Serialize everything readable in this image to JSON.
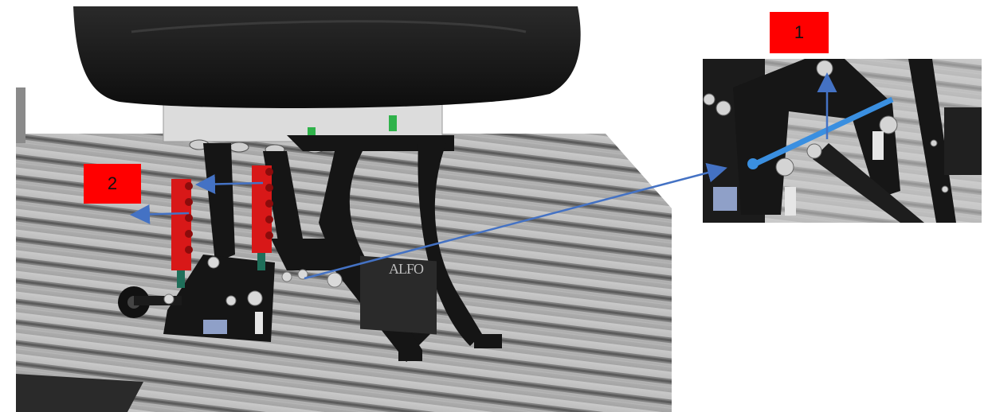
{
  "callouts": {
    "label_1": "1",
    "label_2": "2"
  },
  "brand": {
    "text": "ALFO"
  },
  "colors": {
    "label_fill": "#ff0000",
    "arrow": "#4472c4",
    "highlight_rod": "#3a8fe0",
    "red_anchor": "#d81818",
    "green_bolt": "#2fb24a",
    "frame": "#1a1a1a",
    "rail": "#9a9a9a"
  },
  "icons": [
    "seat-icon",
    "rail-floor-icon",
    "anchor-red-icon",
    "wheel-icon"
  ]
}
